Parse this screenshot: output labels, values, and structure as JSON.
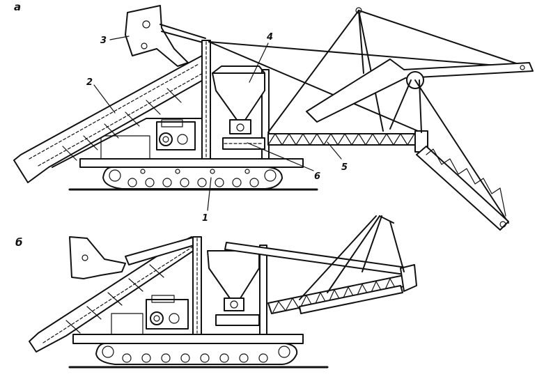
{
  "panels": {
    "top_label": "а",
    "bottom_label": "б"
  },
  "callouts": [
    "1",
    "2",
    "3",
    "4",
    "5",
    "6"
  ],
  "colors": {
    "ink": "#111111",
    "paper": "#ffffff"
  }
}
